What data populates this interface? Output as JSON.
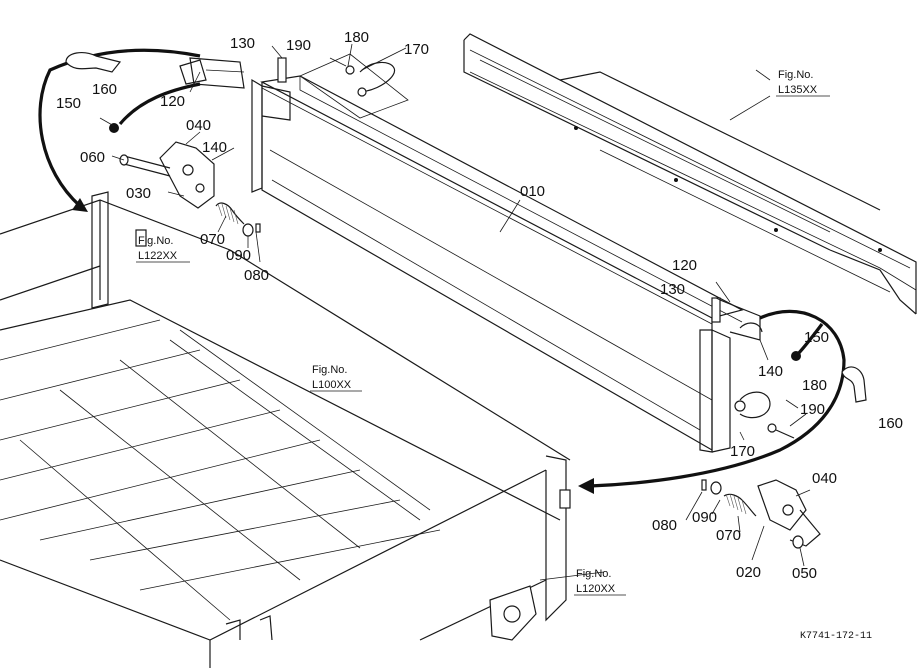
{
  "callouts": [
    {
      "id": "c010",
      "text": "010"
    },
    {
      "id": "c020",
      "text": "020"
    },
    {
      "id": "c030",
      "text": "030"
    },
    {
      "id": "c040a",
      "text": "040"
    },
    {
      "id": "c040b",
      "text": "040"
    },
    {
      "id": "c050",
      "text": "050"
    },
    {
      "id": "c060",
      "text": "060"
    },
    {
      "id": "c070a",
      "text": "070"
    },
    {
      "id": "c070b",
      "text": "070"
    },
    {
      "id": "c080a",
      "text": "080"
    },
    {
      "id": "c080b",
      "text": "080"
    },
    {
      "id": "c090a",
      "text": "090"
    },
    {
      "id": "c090b",
      "text": "090"
    },
    {
      "id": "c120a",
      "text": "120"
    },
    {
      "id": "c120b",
      "text": "120"
    },
    {
      "id": "c130a",
      "text": "130"
    },
    {
      "id": "c130b",
      "text": "130"
    },
    {
      "id": "c140a",
      "text": "140"
    },
    {
      "id": "c140b",
      "text": "140"
    },
    {
      "id": "c150a",
      "text": "150"
    },
    {
      "id": "c150b",
      "text": "150"
    },
    {
      "id": "c160a",
      "text": "160"
    },
    {
      "id": "c160b",
      "text": "160"
    },
    {
      "id": "c170a",
      "text": "170"
    },
    {
      "id": "c170b",
      "text": "170"
    },
    {
      "id": "c180a",
      "text": "180"
    },
    {
      "id": "c180b",
      "text": "180"
    },
    {
      "id": "c190a",
      "text": "190"
    },
    {
      "id": "c190b",
      "text": "190"
    }
  ],
  "figure_refs": [
    {
      "id": "L135",
      "label": "Fig.No.",
      "code": "L135XX"
    },
    {
      "id": "L122",
      "label": "Fig.No.",
      "code": "L122XX"
    },
    {
      "id": "L100",
      "label": "Fig.No.",
      "code": "L100XX"
    },
    {
      "id": "L120",
      "label": "Fig.No.",
      "code": "L120XX"
    }
  ],
  "drawing_code": "K7741-172-11",
  "colors": {
    "ink": "#111111",
    "paper": "#ffffff"
  }
}
